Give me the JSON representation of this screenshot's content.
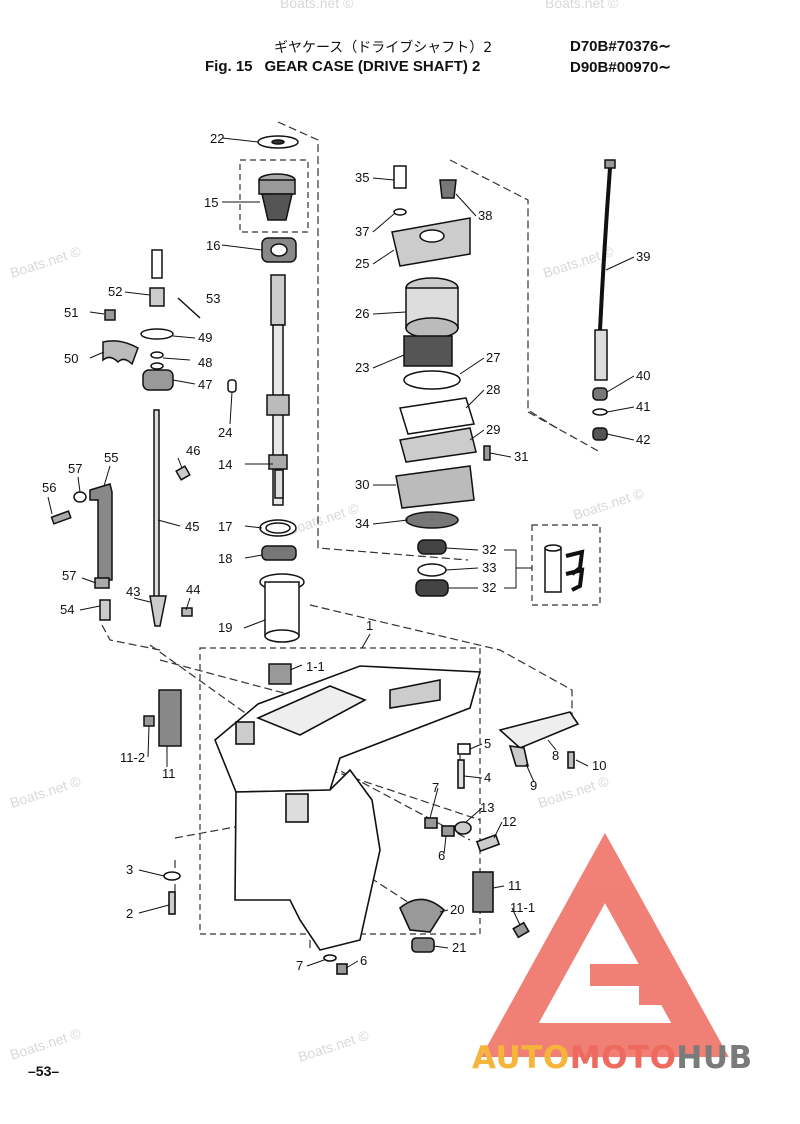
{
  "header": {
    "title_jp": "ギヤケース（ドライブシャフト）2",
    "fig_number": "Fig. 15",
    "title_en": "GEAR CASE (DRIVE SHAFT)  2",
    "serial_1": "D70B#70376∼",
    "serial_2": "D90B#00970∼"
  },
  "footer": {
    "page_number": "–53–"
  },
  "watermark": "Boats.net ©",
  "brand": {
    "part1": "AUTO",
    "part2": "MOTO",
    "part3": "HUB"
  },
  "colors": {
    "logo_red": "#ee6a5e",
    "logo_orange": "#f5b43a",
    "logo_gray": "#7b7b7b",
    "watermark": "#d8d8d8"
  },
  "callouts": [
    "22",
    "15",
    "16",
    "52",
    "53",
    "51",
    "49",
    "48",
    "50",
    "47",
    "24",
    "46",
    "14",
    "57",
    "55",
    "56",
    "45",
    "17",
    "18",
    "57",
    "54",
    "43",
    "44",
    "19",
    "1",
    "1-1",
    "11-2",
    "11",
    "35",
    "38",
    "37",
    "25",
    "26",
    "27",
    "23",
    "28",
    "29",
    "31",
    "30",
    "34",
    "32",
    "33",
    "32",
    "39",
    "40",
    "41",
    "42",
    "5",
    "4",
    "9",
    "8",
    "10",
    "7",
    "13",
    "12",
    "6",
    "11",
    "11-1",
    "20",
    "21",
    "3",
    "2",
    "7",
    "6"
  ]
}
